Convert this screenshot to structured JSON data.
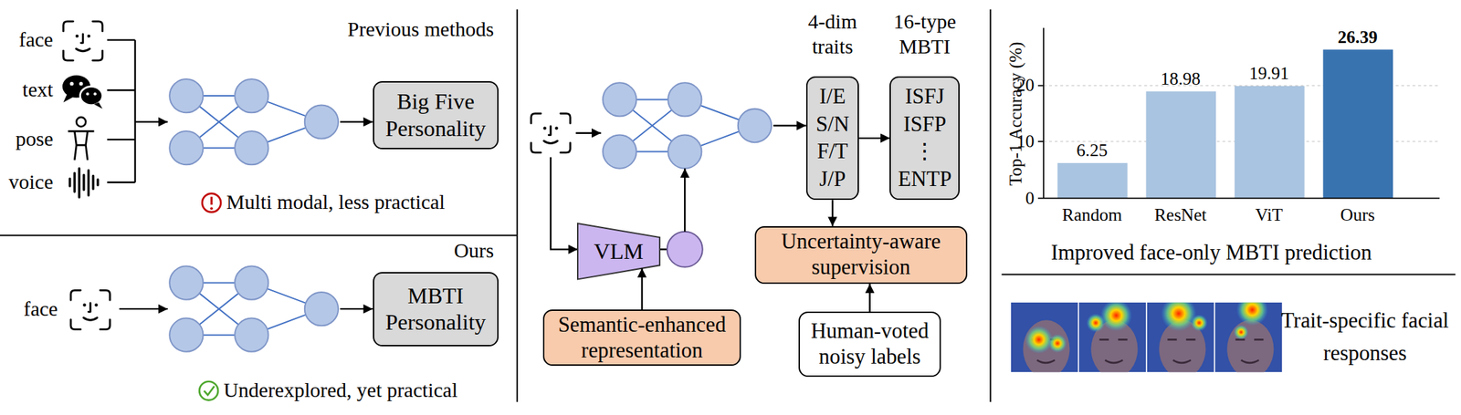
{
  "diagram": {
    "nodes": [
      {
        "text": [
          "Big Five Personality"
        ]
      },
      {
        "text": [
          "MBTI Personality"
        ]
      },
      {
        "text": [
          "4-dim traits",
          "I/E",
          "S/N",
          "F/T",
          "J/P"
        ]
      },
      {
        "text": [
          "16-type MBTI",
          "ISFJ",
          "ISFP",
          "⋮",
          "ENTP"
        ]
      },
      {
        "text": [
          "VLM"
        ]
      },
      {
        "text": [
          "Uncertainty-aware supervision"
        ]
      },
      {
        "text": [
          "Semantic-enhanced representation"
        ]
      },
      {
        "text": [
          "Human-voted noisy labels"
        ]
      }
    ],
    "edges": [
      {
        "from": 2,
        "to": 3,
        "arrow": "to"
      },
      {
        "from": 2,
        "to": 5,
        "arrow": "to"
      },
      {
        "from": 7,
        "to": 5,
        "arrow": "to"
      },
      {
        "from": 6,
        "to": 4,
        "arrow": "to"
      }
    ],
    "labels": [
      "face",
      "text",
      "pose",
      "voice",
      "Previous methods",
      "Multi modal, less practical",
      "Ours",
      "face",
      "Underexplored, yet practical",
      "Top-1 Accuracy (%)",
      "20",
      "10",
      "0",
      "6.25",
      "18.98",
      "19.91",
      "26.39",
      "Random",
      "ResNet",
      "ViT",
      "Ours",
      "Improved face-only MBTI prediction",
      "Trait-specific facial responses"
    ]
  }
}
